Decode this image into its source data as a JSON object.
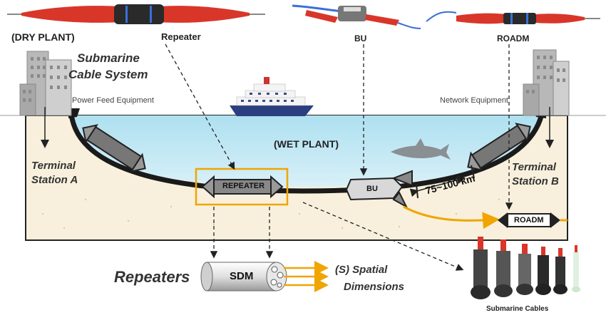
{
  "labels": {
    "dry_plant": "(DRY PLANT)",
    "repeater_top": "Repeater",
    "bu_top": "BU",
    "roadm_top": "ROADM",
    "submarine_cable_system_1": "Submarine",
    "submarine_cable_system_2": "Cable System",
    "power_feed_equipment": "Power Feed Equipment",
    "network_equipment": "Network Equipment",
    "wet_plant": "(WET PLANT)",
    "terminal_a_1": "Terminal",
    "terminal_a_2": "Station A",
    "terminal_b_1": "Terminal",
    "terminal_b_2": "Station B",
    "repeater_box": "REPEATER",
    "bu_box": "BU",
    "roadm_box": "ROADM",
    "span_distance": "75~100 km",
    "repeaters_heading": "Repeaters",
    "sdm_label": "SDM",
    "spatial_1": "(S) Spatial",
    "spatial_2": "Dimensions",
    "submarine_cables": "Submarine Cables"
  },
  "colors": {
    "sea": "#bfe3f0",
    "seabed": "#f8f0dc",
    "cable": "#1a1a1a",
    "highlight": "#f0a500",
    "building": "#b8b8b8"
  }
}
